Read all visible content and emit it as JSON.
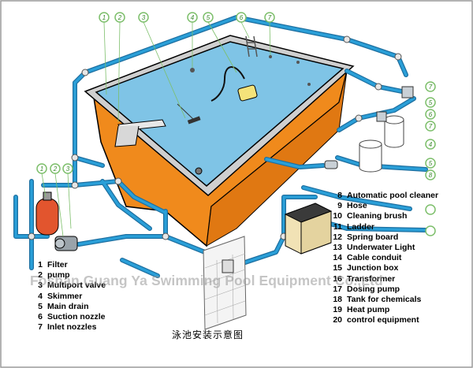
{
  "legend_left": [
    {
      "num": "1",
      "label": "Filter"
    },
    {
      "num": "2",
      "label": "pump"
    },
    {
      "num": "3",
      "label": "Multiport valve"
    },
    {
      "num": "4",
      "label": "Skimmer"
    },
    {
      "num": "5",
      "label": "Main drain"
    },
    {
      "num": "6",
      "label": "Suction nozzle"
    },
    {
      "num": "7",
      "label": "Inlet nozzles"
    }
  ],
  "legend_right": [
    {
      "num": "8",
      "label": "Automatic pool cleaner"
    },
    {
      "num": "9",
      "label": "Hose"
    },
    {
      "num": "10",
      "label": "Cleaning brush"
    },
    {
      "num": "11",
      "label": "Ladder"
    },
    {
      "num": "12",
      "label": "Spring board"
    },
    {
      "num": "13",
      "label": "Underwater Light"
    },
    {
      "num": "14",
      "label": "Cable conduit"
    },
    {
      "num": "15",
      "label": "Junction box"
    },
    {
      "num": "16",
      "label": "Transformer"
    },
    {
      "num": "17",
      "label": "Dosing pump"
    },
    {
      "num": "18",
      "label": "Tank for chemicals"
    },
    {
      "num": "19",
      "label": "Heat pump"
    },
    {
      "num": "20",
      "label": "control equipment"
    }
  ],
  "watermark": "Foshan Guang Ya Swimming Pool Equipment Co.,Ltd",
  "caption": "泳池安装示意图",
  "callouts": {
    "top": [
      "1",
      "2",
      "3",
      "4",
      "5",
      "6",
      "7"
    ],
    "right": [
      "7",
      "5",
      "6",
      "7",
      "4",
      "5",
      "8"
    ],
    "left": [
      "1",
      "2",
      "3"
    ]
  },
  "colors": {
    "pool_water": "#7fc4e6",
    "pool_wall": "#f08a1c",
    "pool_edge": "#cfcfcf",
    "pipe": "#2a9fd8",
    "pipe_outline": "#1d6fa0",
    "callout": "#7dbf6b"
  }
}
